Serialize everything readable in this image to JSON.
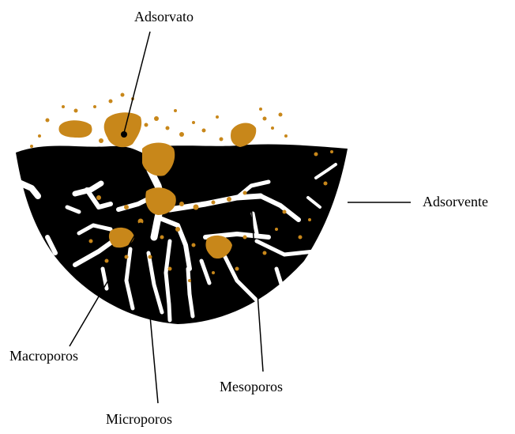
{
  "labels": {
    "adsorvato": "Adsorvato",
    "adsorvente": "Adsorvente",
    "macroporos": "Macroporos",
    "mesoporos": "Mesoporos",
    "microporos": "Microporos"
  },
  "colors": {
    "solid": "#000000",
    "adsorbate": "#c8871a",
    "pore": "#ffffff",
    "line": "#000000"
  }
}
